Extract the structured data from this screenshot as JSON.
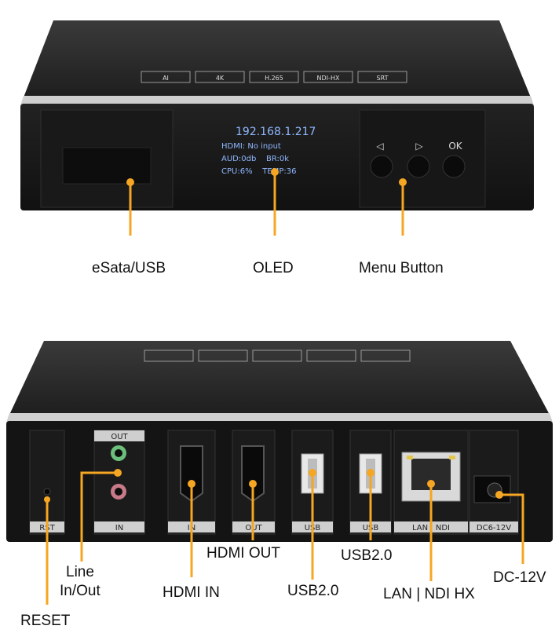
{
  "front_view": {
    "top_badges": [
      "AI",
      "4K",
      "H.265",
      "NDI-HX",
      "SRT"
    ],
    "oled": {
      "ip": "192.168.1.217",
      "line1": "HDMI: No input",
      "line2": "AUD:0db    BR:0k",
      "line3": "CPU:6%    TEMP:36"
    },
    "menu_symbols": [
      "◁",
      "▷",
      "OK"
    ],
    "callouts": {
      "esata": "eSata/USB",
      "oled": "OLED",
      "menu": "Menu Button"
    }
  },
  "rear_view": {
    "port_labels": {
      "rst": "RST",
      "audio_out": "OUT",
      "audio_in": "IN",
      "hdmi_in": "IN",
      "hdmi_out": "OUT",
      "usb1": "USB",
      "usb2": "USB",
      "lan": "LAN | NDI",
      "dc": "DC6-12V"
    },
    "callouts": {
      "reset": "RESET",
      "line_line1": "Line",
      "line_line2": "In/Out",
      "hdmi_in": "HDMI IN",
      "hdmi_out": "HDMI OUT",
      "usb2_left": "USB2.0",
      "usb2_right": "USB2.0",
      "lan": "LAN | NDI HX",
      "dc": "DC-12V"
    }
  },
  "colors": {
    "accent": "#F5A623",
    "body": "#1b1b1b",
    "lid": "#2a2a2a",
    "oled_text": "#8fb8ff"
  }
}
